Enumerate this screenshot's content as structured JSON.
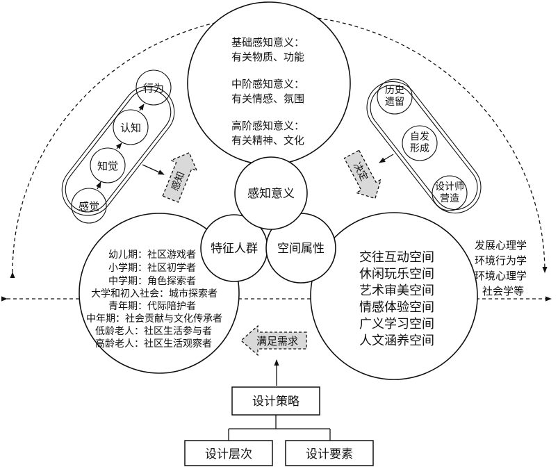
{
  "meaning_circle": {
    "items": [
      {
        "title": "基础感知意义：",
        "desc": "有关物质、功能"
      },
      {
        "title": "中阶感知意义：",
        "desc": "有关情感、氛围"
      },
      {
        "title": "高阶感知意义：",
        "desc": "有关精神、文化"
      }
    ]
  },
  "center": {
    "perception_meaning": "感知意义",
    "feature_groups": "特征人群",
    "space_attributes": "空间属性"
  },
  "left_capsule": {
    "steps": [
      "感觉",
      "知觉",
      "认知",
      "行为"
    ],
    "arrow_label": "感知"
  },
  "right_capsule": {
    "items": [
      {
        "line1": "历史",
        "line2": "遗留"
      },
      {
        "line1": "自发",
        "line2": "形成"
      },
      {
        "line1": "设计师",
        "line2": "营造"
      }
    ],
    "arrow_label": "决定"
  },
  "people": {
    "lines": [
      "幼儿期：社区游戏者",
      "小学期：社区初学者",
      "中学期：角色探索者",
      "大学和初入社会：城市探索者",
      "青年期：代际陪护者",
      "中年期：社会贡献与文化传承者",
      "低龄老人：社区生活参与者",
      "高龄老人：社区生活观察者"
    ]
  },
  "spaces": {
    "lines": [
      "交往互动空间",
      "休闲玩乐空间",
      "艺术审美空间",
      "情感体验空间",
      "广义学习空间",
      "人文涵养空间"
    ]
  },
  "theories": {
    "lines": [
      "发展心理学",
      "环境行为学",
      "环境心理学",
      "社会学等"
    ]
  },
  "strategy": {
    "arrow_label": "满足需求",
    "title": "设计策略",
    "level": "设计层次",
    "elements": "设计要素"
  }
}
